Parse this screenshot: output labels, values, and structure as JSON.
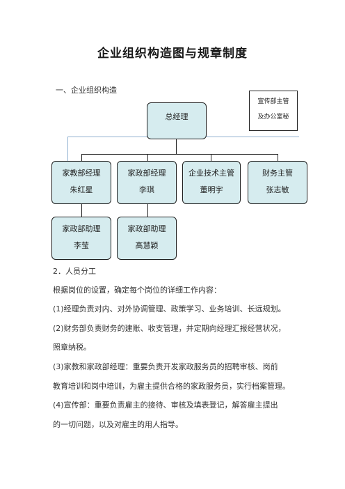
{
  "document": {
    "title": "企业组织构造图与规章制度",
    "section1_heading": "一、企业组织构造",
    "side_box": {
      "line1": "宣传部主管",
      "line2": "及办公室秘"
    },
    "chart": {
      "ceo": "总经理",
      "managers": [
        {
          "title": "家教部经理",
          "name": "朱红星"
        },
        {
          "title": "家政部经理",
          "name": "李琪"
        },
        {
          "title": "企业技术主管",
          "name": "董明宇"
        },
        {
          "title": "财务主管",
          "name": "张志敏"
        }
      ],
      "assistants": [
        {
          "title": "家政部助理",
          "name": "李莹"
        },
        {
          "title": "家政部助理",
          "name": "高慧颖"
        }
      ]
    },
    "section2_heading": "2．人员分工",
    "intro": "根据岗位的设置，确定每个岗位的详细工作内容：",
    "lines": [
      "(1)经理负责对内、对外协调管理、政策学习、业务培训、长远规划。",
      "(2)财务部负责财务的建账、收支管理，并定期向经理汇报经营状况，",
      "照章纳税。",
      "(3)家教和家政部经理：重要负责开发家政服务员的招聘审核、岗前",
      "教育培训和岗中培训，为雇主提供合格的家政服务员，实行档案管理。",
      "(4)宣传部：重要负责雇主的接待、审核及填表登记，解答雇主提出",
      "的一切问题，以及对雇主的用人指导。"
    ]
  }
}
